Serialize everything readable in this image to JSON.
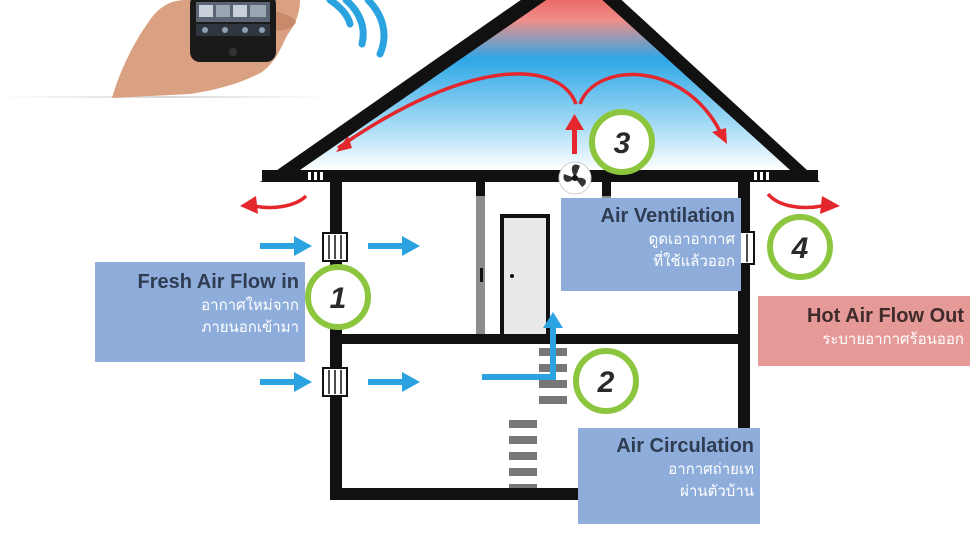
{
  "labels": {
    "fresh_air": {
      "number": "1",
      "title": "Fresh Air Flow in",
      "line1": "อากาศใหม่จาก",
      "line2": "ภายนอกเข้ามา"
    },
    "circulation": {
      "number": "2",
      "title": "Air Circulation",
      "line1": "อากาศถ่ายเท",
      "line2": "ผ่านตัวบ้าน"
    },
    "ventilation": {
      "number": "3",
      "title": "Air Ventilation",
      "line1": "ดูดเอาอากาศ",
      "line2": "ที่ใช้แล้วออก"
    },
    "hot_air": {
      "number": "4",
      "title": "Hot Air Flow Out",
      "line1": "ระบายอากาศร้อนออก"
    }
  },
  "colors": {
    "badge_ring": "#8cc63f",
    "fresh_arrow": "#2aa3e0",
    "hot_arrow": "#e3272d",
    "blue_box": "#8eaddb",
    "red_box": "#e59a97",
    "house_frame": "#111111"
  },
  "icons": [
    "wifi-signal-icon",
    "smartphone-icon",
    "fan-icon"
  ]
}
